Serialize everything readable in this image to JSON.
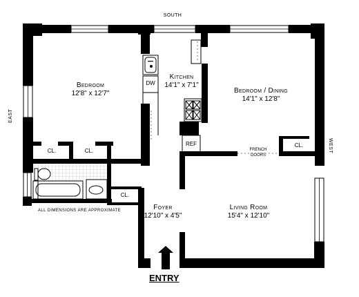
{
  "compass": {
    "south": "SOUTH",
    "east": "EAST",
    "west": "WEST"
  },
  "rooms": {
    "bedroom": {
      "name": "Bedroom",
      "dims": "12'8\" x 12'7\""
    },
    "kitchen": {
      "name": "Kitchen",
      "dims": "14'1\" x 7'1\""
    },
    "bed_dining": {
      "name": "Bedroom / Dining",
      "dims": "14'1\" x 12'8\""
    },
    "foyer": {
      "name": "Foyer",
      "dims": "12'10\" x 4'5\""
    },
    "living": {
      "name": "Living Room",
      "dims": "15'4\" x 12'10\""
    }
  },
  "fixtures": {
    "closet": "CL.",
    "dishwasher": "DW",
    "refrigerator": "REF",
    "french_doors": "FRENCH\nDOORS"
  },
  "note": "ALL DIMENSIONS ARE APPROXIMATE",
  "entry": "ENTRY"
}
